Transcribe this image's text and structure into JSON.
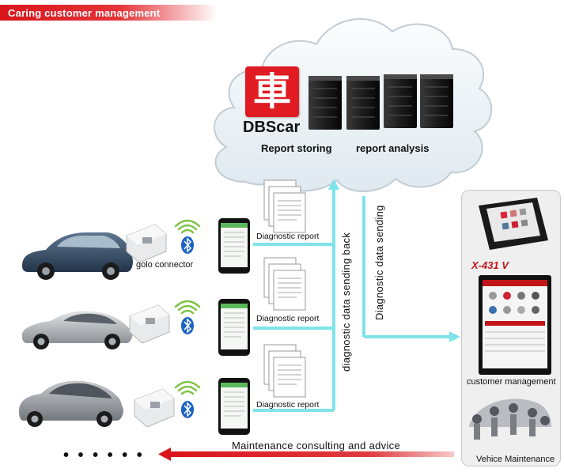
{
  "header": {
    "title": "Caring customer management"
  },
  "cloud": {
    "logo_glyph": "車",
    "brand": "DBScar",
    "label_storing": "Report storing",
    "label_analysis": "report analysis"
  },
  "connector_label": "golo  connector",
  "rows": [
    {
      "report_label": "Diagnostic report"
    },
    {
      "report_label": "Diagnostic report"
    },
    {
      "report_label": "Diagnostic report"
    }
  ],
  "arrows": {
    "sending_back": "diagnostic data sending back",
    "sending": "Diagnostic data sending"
  },
  "right_panel": {
    "brand": "X-431 V",
    "label_customer": "customer management",
    "label_maintenance": "Vehice Maintenance"
  },
  "footer": {
    "advice": "Maintenance consulting and advice",
    "ellipsis": "• • •  • • •"
  },
  "colors": {
    "brand_red": "#e11b22",
    "flow_cyan": "#7fe3ec",
    "phone_green": "#5cb85c"
  },
  "icons": [
    "bluetooth-icon",
    "wifi-signal-icon",
    "server-icon",
    "car-icon",
    "obd-connector-icon",
    "phone-icon",
    "document-icon",
    "tablet-icon"
  ]
}
